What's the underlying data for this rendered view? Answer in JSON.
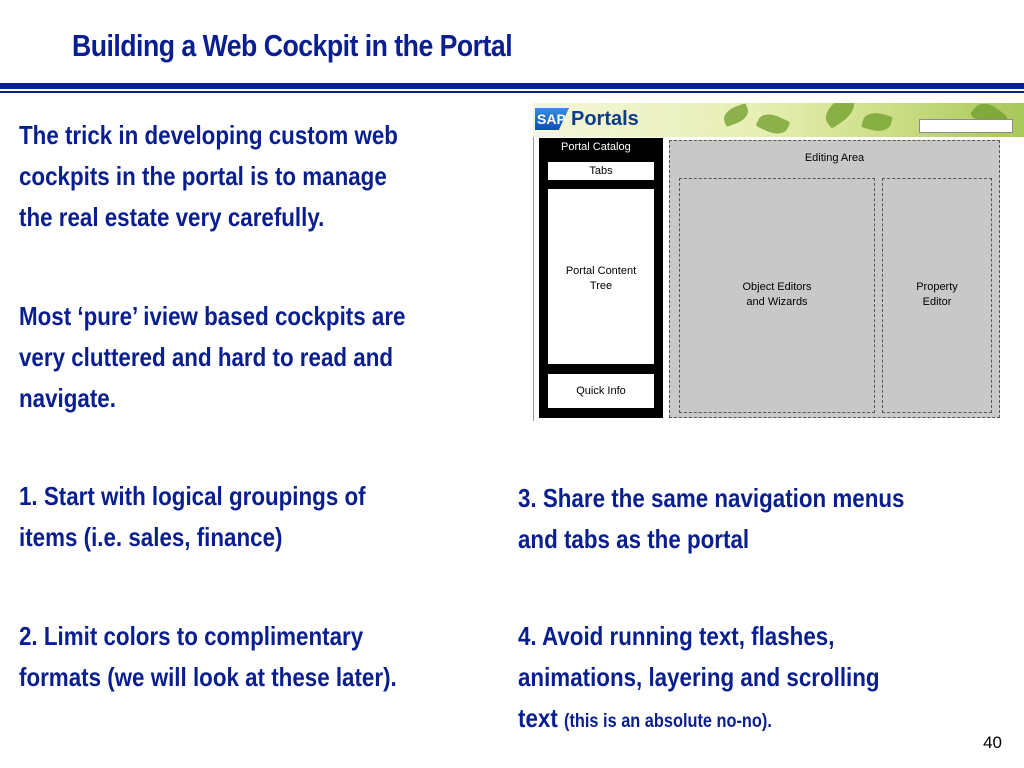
{
  "slide": {
    "title": "Building a Web Cockpit in the Portal",
    "paragraph1": [
      "The trick in developing custom web",
      "cockpits in the portal is to manage",
      "the real estate very carefully."
    ],
    "paragraph2": [
      "Most ‘pure’ iview based cockpits are",
      "very cluttered and hard to read and",
      "navigate."
    ],
    "point1": [
      "1. Start with logical groupings of",
      "items (i.e. sales, finance)"
    ],
    "point2": [
      "2. Limit colors to complimentary",
      "formats (we will look at these later)."
    ],
    "point3": [
      "3. Share the same navigation menus",
      "and tabs as the portal"
    ],
    "point4": [
      "4. Avoid running text, flashes,",
      "animations, layering and scrolling"
    ],
    "point4_last_word": "text",
    "point4_note": "(this is an absolute no-no).",
    "page_number": "40",
    "title_color": "#0a1f8f"
  },
  "portal_diagram": {
    "logo_text": "SAP",
    "brand_text": "Portals",
    "sidebar_title": "Portal Catalog",
    "tabs_label": "Tabs",
    "content_tree_label": [
      "Portal Content",
      "Tree"
    ],
    "quick_info_label": "Quick Info",
    "editing_area_label": "Editing Area",
    "object_editors_label": [
      "Object Editors",
      "and Wizards"
    ],
    "property_editor_label": [
      "Property",
      "Editor"
    ]
  }
}
